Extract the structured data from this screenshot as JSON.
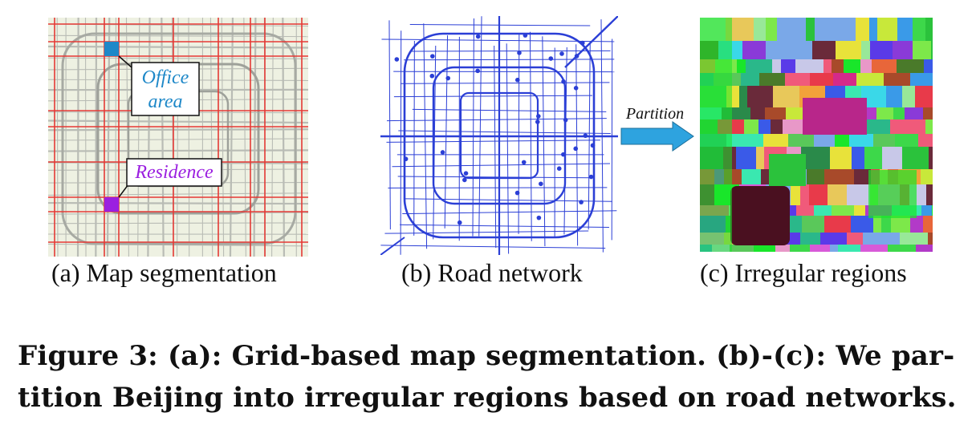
{
  "panel_a": {
    "office_label_line1": "Office",
    "office_label_line2": "area",
    "residence_label": "Residence",
    "caption": "(a) Map segmentation",
    "colors": {
      "grid": "#e53935",
      "office": "#1e88c8",
      "residence": "#9b1fe0",
      "map_bg": "#eef1e2"
    }
  },
  "panel_b": {
    "caption": "(b) Road network",
    "colors": {
      "road": "#2b3fd6"
    }
  },
  "arrow": {
    "label": "Partition",
    "color": "#2ea3df"
  },
  "panel_c": {
    "caption": "(c) Irregular regions"
  },
  "figure_caption": {
    "line1": "Figure 3:  (a): Grid-based map segmentation. (b)-(c): We par-",
    "line2": "tition Beijing into irregular regions based on road networks."
  }
}
